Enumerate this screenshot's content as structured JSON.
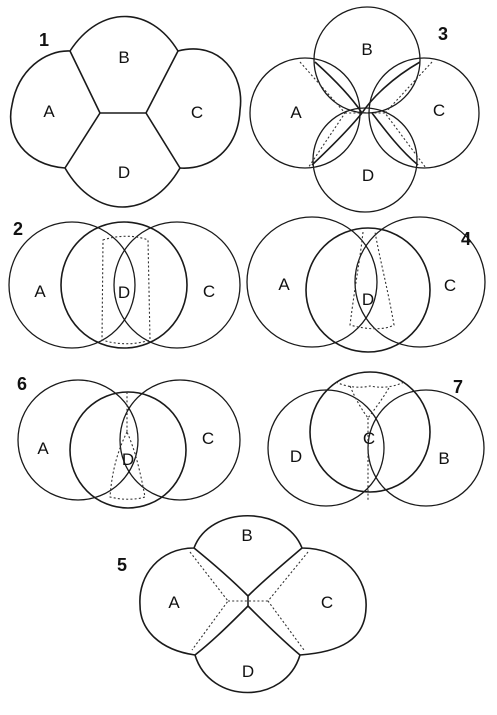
{
  "figures": [
    {
      "number": "1",
      "cells": {
        "top": "B",
        "left": "A",
        "right": "C",
        "bottom": "D"
      }
    },
    {
      "number": "3",
      "cells": {
        "top": "B",
        "left": "A",
        "right": "C",
        "bottom": "D"
      }
    },
    {
      "number": "2",
      "cells": {
        "left": "A",
        "center": "D",
        "right": "C"
      }
    },
    {
      "number": "4",
      "cells": {
        "left": "A",
        "center": "D",
        "right": "C"
      }
    },
    {
      "number": "6",
      "cells": {
        "left": "A",
        "center": "D",
        "right": "C"
      }
    },
    {
      "number": "7",
      "cells": {
        "left": "D",
        "center": "C",
        "right": "B"
      }
    },
    {
      "number": "5",
      "cells": {
        "top": "B",
        "left": "A",
        "right": "C",
        "bottom": "D"
      }
    }
  ]
}
